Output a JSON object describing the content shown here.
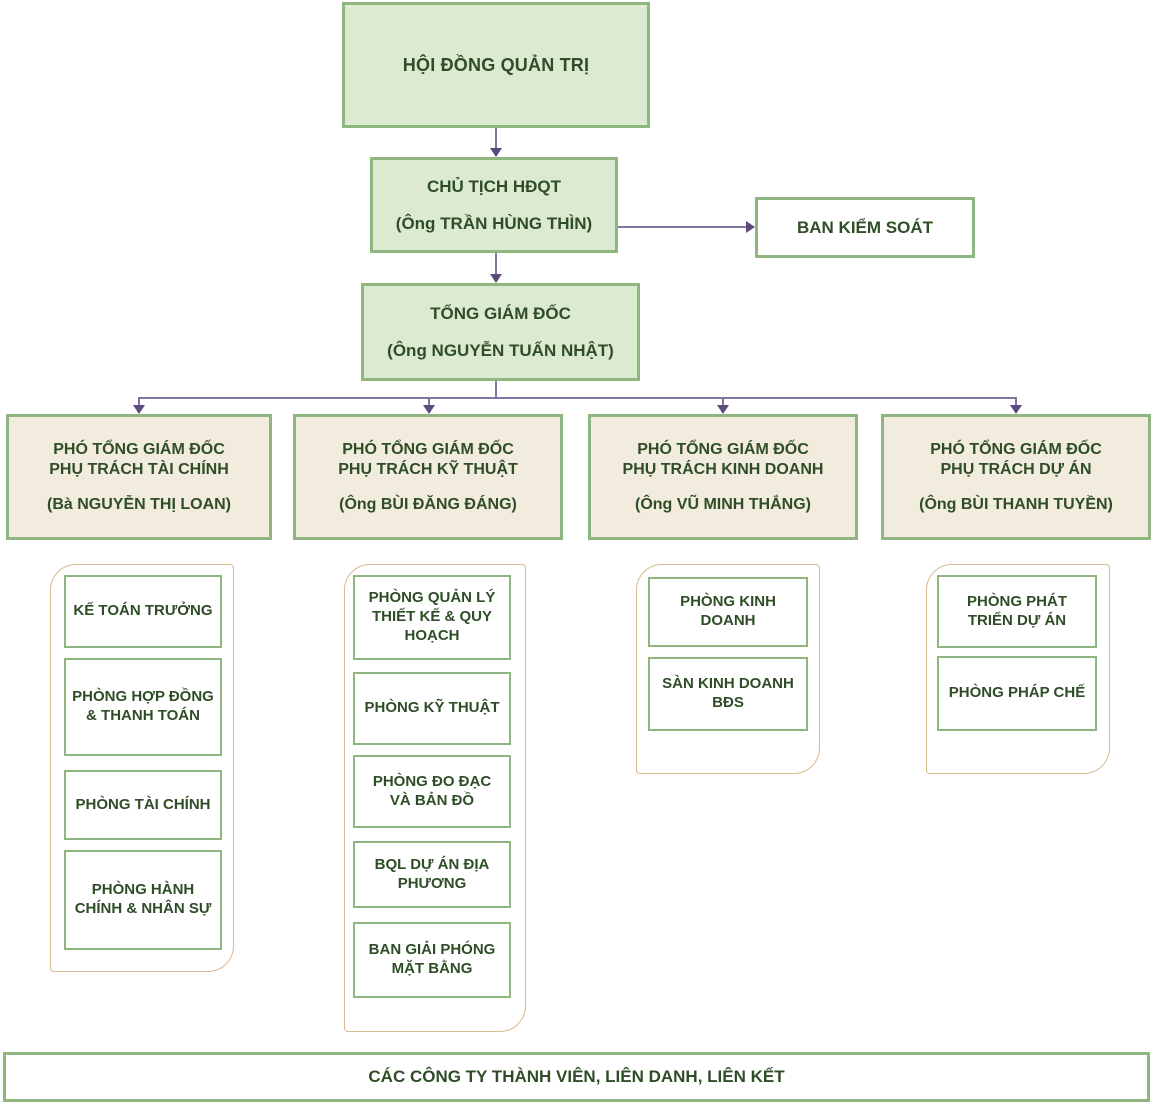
{
  "colors": {
    "green_fill": "#dcead2",
    "green_border": "#8fb680",
    "beige_fill": "#f1ecdd",
    "text": "#2f4d27",
    "connector": "#8274a2",
    "connector_dark": "#5d4a7d",
    "panel_border": "#d9b98e",
    "white": "#ffffff"
  },
  "org": {
    "board": {
      "title": "HỘI ĐỒNG QUẢN TRỊ"
    },
    "chairman": {
      "title": "CHỦ TỊCH HĐQT",
      "name": "(Ông TRẦN HÙNG THÌN)"
    },
    "supervisory": {
      "title": "BAN KIỂM SOÁT"
    },
    "ceo": {
      "title": "TỔNG GIÁM ĐỐC",
      "name": "(Ông NGUYỄN TUẤN NHẬT)"
    },
    "deputies": [
      {
        "title1": "PHÓ TỔNG GIÁM ĐỐC",
        "title2": "PHỤ TRÁCH TÀI CHÍNH",
        "name": "(Bà NGUYỄN THỊ LOAN)"
      },
      {
        "title1": "PHÓ TỔNG GIÁM ĐỐC",
        "title2": "PHỤ TRÁCH KỸ THUẬT",
        "name": "(Ông BÙI ĐĂNG ĐÁNG)"
      },
      {
        "title1": "PHÓ TỔNG GIÁM ĐỐC",
        "title2": "PHỤ TRÁCH KINH DOANH",
        "name": "(Ông VŨ MINH THẮNG)"
      },
      {
        "title1": "PHÓ TỔNG GIÁM ĐỐC",
        "title2": "PHỤ TRÁCH DỰ ÁN",
        "name": "(Ông BÙI THANH TUYỀN)"
      }
    ],
    "columns": [
      {
        "items": [
          "KẾ TOÁN TRƯỞNG",
          "PHÒNG HỢP ĐỒNG & THANH TOÁN",
          "PHÒNG TÀI CHÍNH",
          "PHÒNG HÀNH CHÍNH & NHÂN SỰ"
        ]
      },
      {
        "items": [
          "PHÒNG QUẢN LÝ THIẾT KẾ & QUY HOẠCH",
          "PHÒNG KỸ THUẬT",
          "PHÒNG ĐO ĐẠC VÀ BẢN ĐỒ",
          "BQL DỰ ÁN ĐỊA PHƯƠNG",
          "BAN GIẢI PHÓNG MẶT BẰNG"
        ]
      },
      {
        "items": [
          "PHÒNG KINH DOANH",
          "SÀN KINH DOANH BĐS"
        ]
      },
      {
        "items": [
          "PHÒNG PHÁT TRIỂN DỰ ÁN",
          "PHÒNG PHÁP CHẾ"
        ]
      }
    ],
    "footer": {
      "title": "CÁC CÔNG TY THÀNH VIÊN, LIÊN DANH, LIÊN KẾT"
    }
  }
}
